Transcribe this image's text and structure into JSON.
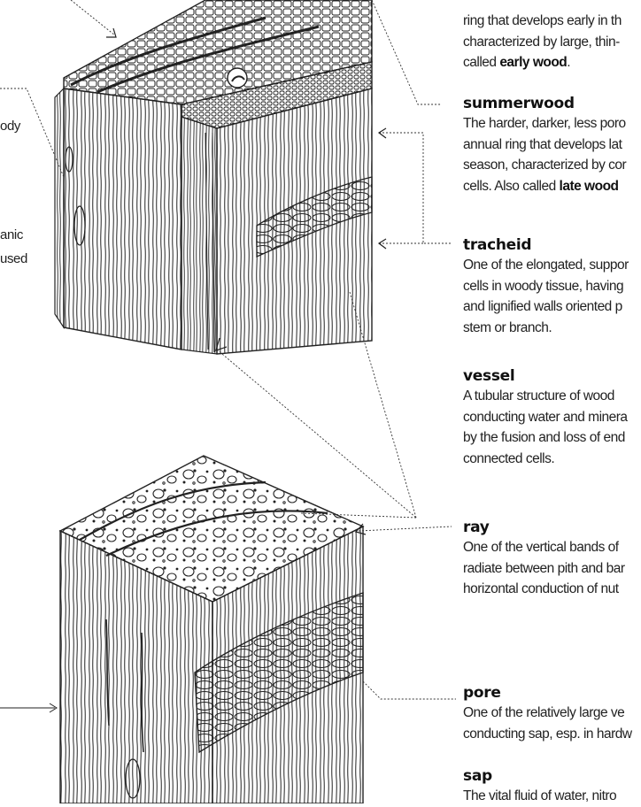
{
  "entries": {
    "springwood": {
      "line1": "ring that develops early in th",
      "line2": "characterized by large, thin-",
      "line3_pre": "called ",
      "line3_bold": "early wood",
      "line3_post": "."
    },
    "summerwood": {
      "term": "summerwood",
      "line1": "The harder, darker, less poro",
      "line2": "annual ring that develops lat",
      "line3": "season, characterized by cor",
      "line4_pre": "cells. Also called ",
      "line4_bold": "late wood"
    },
    "tracheid": {
      "term": "tracheid",
      "line1": "One of the elongated, suppor",
      "line2": "cells in woody tissue, having",
      "line3": "and lignified walls oriented p",
      "line4": "stem or branch."
    },
    "vessel": {
      "term": "vessel",
      "line1": "A tubular structure of wood",
      "line2": "conducting water and minera",
      "line3": "by the fusion and loss of end",
      "line4": "connected cells."
    },
    "ray": {
      "term": "ray",
      "line1": "One of the vertical bands of",
      "line2": "radiate between pith and bar",
      "line3": "horizontal conduction of nut"
    },
    "pore": {
      "term": "pore",
      "line1": "One of the relatively large ve",
      "line2": "conducting sap, esp. in hardw"
    },
    "sap": {
      "term": "sap",
      "line1": "The vital fluid of water, nitro"
    }
  },
  "left_fragments": {
    "a": "ody",
    "b": "anic",
    "c": "used"
  }
}
